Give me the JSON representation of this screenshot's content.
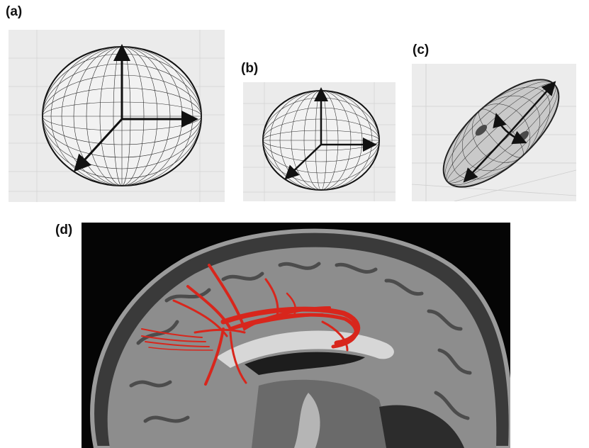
{
  "panels": {
    "a": {
      "label": "(a)"
    },
    "b": {
      "label": "(b)"
    },
    "c": {
      "label": "(c)"
    },
    "d": {
      "label": "(d)"
    }
  },
  "colors": {
    "panel_bg": "#ebebeb",
    "grid": "#d4d4d4",
    "wire": "#2a2a2a",
    "arrow": "#111111",
    "mri_bg": "#050505",
    "tract": "#d8261c"
  }
}
